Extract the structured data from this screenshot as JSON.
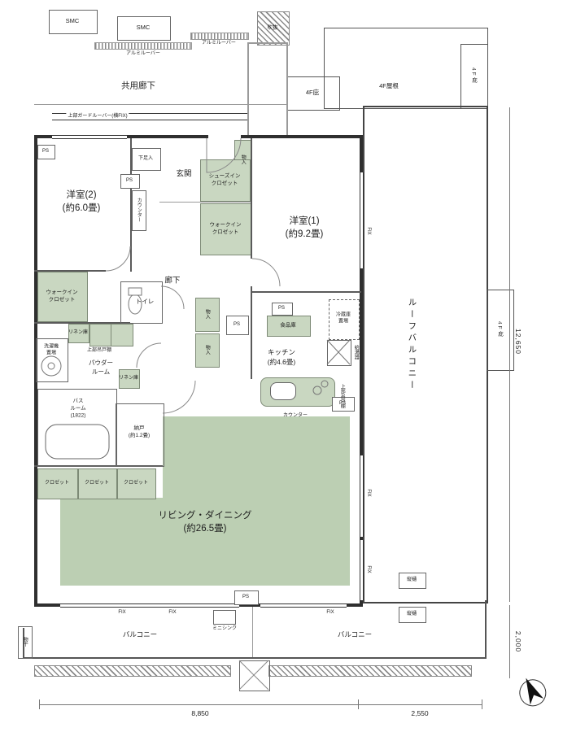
{
  "labels": {
    "smc": "SMC",
    "aluminum_louver": "アルミルーバー",
    "void": "吹抜",
    "common_corridor": "共用廊下",
    "upper_guard_louver": "上部ガードルーバー(横FIX)",
    "canopy_4f": "4F庇",
    "roof_4f": "4F屋根",
    "roof_balcony": "ルーフバルコニー",
    "drain": "縦樋",
    "ps": "PS",
    "shoe_cabinet": "下足入",
    "counter": "カウンター",
    "entrance": "玄関",
    "storage": "物入",
    "shoes_in_closet": "シューズイン\nクロゼット",
    "walk_in_closet": "ウォークイン\nクロゼット",
    "bedroom2": "洋室(2)\n(約6.0畳)",
    "bedroom1": "洋室(1)\n(約9.2畳)",
    "hallway": "廊下",
    "toilet": "トイレ",
    "linen": "リネン庫",
    "upper_cabinet": "上部吊戸棚",
    "washer": "洗濯機\n置場",
    "powder_room": "パウダー\nルーム",
    "bathroom": "バス\nルーム\n(1822)",
    "storage_room": "納戸\n(約1.2畳)",
    "closet": "クロゼット",
    "pantry": "食品庫",
    "fridge": "冷蔵庫\n置場",
    "kitchen": "キッチン\n(約4.6畳)",
    "water_heater": "給湯器",
    "living_dining": "リビング・ダイニング\n(約26.5畳)",
    "balcony": "バルコニー",
    "mini_sink": "ミニシンク",
    "laundry_pole": "物干",
    "fix": "FIX"
  },
  "dimensions": {
    "right_total": "12,650",
    "right_lower": "2,000",
    "bottom_left": "8,850",
    "bottom_right": "2,550"
  },
  "colors": {
    "room_green": "#c9d7c1",
    "living_green": "#bccfb3",
    "wall": "#2f2f2f"
  }
}
